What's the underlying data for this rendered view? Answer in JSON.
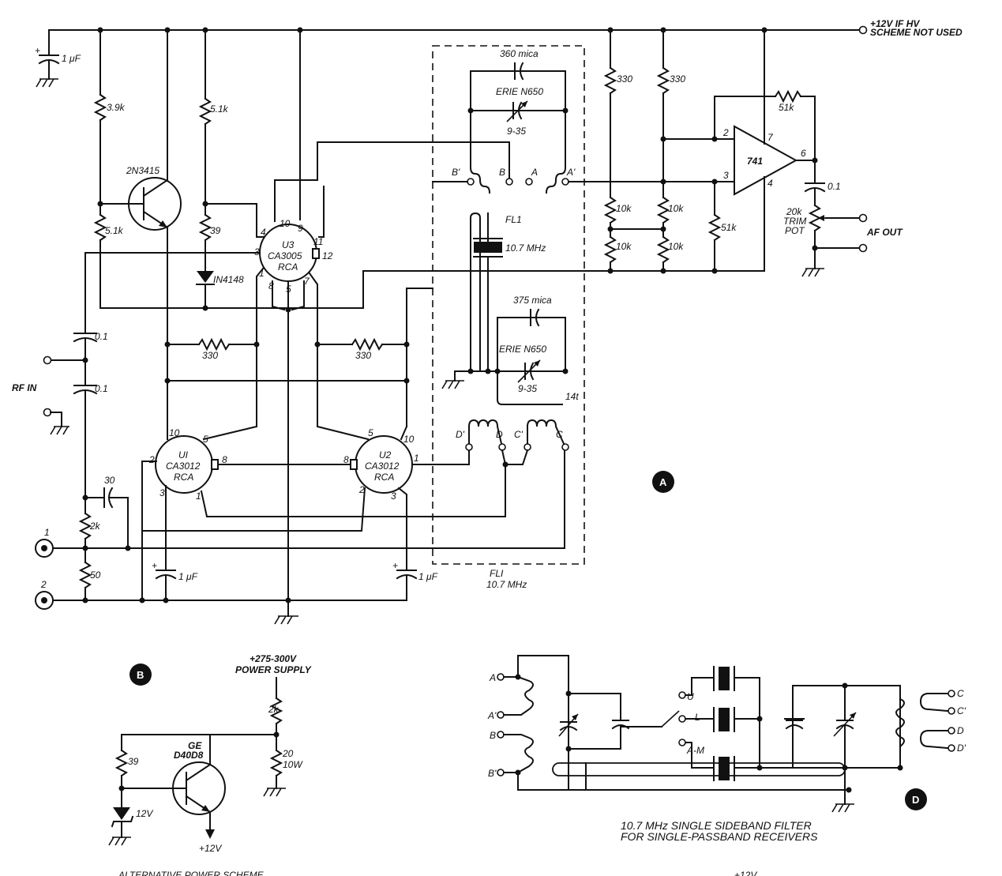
{
  "labels": {
    "supply_top": "+12V IF HV",
    "supply_top2": "SCHEME NOT USED",
    "c_1uf_top": "1 μF",
    "r_3k9": "3.9k",
    "r_5k1_a": "5.1k",
    "r_5k1_b": "5.1k",
    "q_2n3415": "2N3415",
    "r_39": "39",
    "d_1n4148": "IN4148",
    "u3_name": "U3",
    "u3_part": "CA3005",
    "u3_mfr": "RCA",
    "u3_pin4": "4",
    "u3_pin3": "3",
    "u3_pin10": "10",
    "u3_pin9": "9",
    "u3_pin11": "11",
    "u3_pin12": "12",
    "u3_pin1": "1",
    "u3_pin8": "8",
    "u3_pin5": "5",
    "u3_pin7": "7",
    "c_01_a": "0.1",
    "c_01_b": "0.1",
    "rf_in": "RF IN",
    "r_330_left": "330",
    "r_330_right": "330",
    "u1_name": "UI",
    "u1_part": "CA3012",
    "u1_mfr": "RCA",
    "u1_pin10": "10",
    "u1_pin5": "5",
    "u1_pin2": "2",
    "u1_pin8": "8",
    "u1_pin3": "3",
    "u1_pin1": "1",
    "u2_name": "U2",
    "u2_part": "CA3012",
    "u2_mfr": "RCA",
    "u2_pin5": "5",
    "u2_pin10": "10",
    "u2_pin8": "8",
    "u2_pin1": "1",
    "u2_pin2": "2",
    "u2_pin3": "3",
    "c_30": "30",
    "r_2k": "2k",
    "r_50": "50",
    "jack1": "1",
    "jack2": "2",
    "c_1uf_u1": "1 μF",
    "c_1uf_u2": "1 μF",
    "c_360": "360 mica",
    "erie_top": "ERIE N650",
    "trim_top": "9-35",
    "tap_b_prime": "B'",
    "tap_b": "B",
    "tap_a": "A",
    "tap_a_prime": "A'",
    "fl1_inner": "FL1",
    "xtal": "10.7 MHz",
    "c_375": "375 mica",
    "erie_bot": "ERIE N650",
    "trim_bot": "9-35",
    "turns": "14t",
    "tap_d_prime": "D'",
    "tap_d": "D",
    "tap_c_prime": "C'",
    "tap_c": "C",
    "fl1_outer": "FLI",
    "fl1_freq": "10.7 MHz",
    "r_330_top_a": "330",
    "r_330_top_b": "330",
    "r_10k_a": "10k",
    "r_10k_b": "10k",
    "r_10k_c": "10k",
    "r_10k_d": "10k",
    "r_51k_fb": "51k",
    "r_51k_in": "51k",
    "opamp": "741",
    "op_pin2": "2",
    "op_pin3": "3",
    "op_pin7": "7",
    "op_pin6": "6",
    "op_pin4": "4",
    "c_01_out": "0.1",
    "pot_val": "20k",
    "pot_trim": "TRIM",
    "pot_pot": "POT",
    "af_out": "AF OUT",
    "badge_a": "A",
    "badge_b": "B",
    "badge_d": "D",
    "hv_supply": "+275-300V",
    "hv_supply2": "POWER SUPPLY",
    "b_r_2k": "2k",
    "b_r_20": "20",
    "b_r_20w": "10W",
    "b_r_39": "39",
    "b_q_make": "GE",
    "b_q_part": "D40D8",
    "b_zener": "12V",
    "b_out": "+12V",
    "b_caption": "ALTERNATIVE POWER SCHEME",
    "d_a": "A",
    "d_a_prime": "A'",
    "d_b": "B",
    "d_b_prime": "B'",
    "d_u": "U",
    "d_l": "L",
    "d_am": "A-M",
    "d_c": "C",
    "d_c_prime": "C'",
    "d_d": "D",
    "d_d_prime": "D'",
    "d_caption1": "10.7 MHz SINGLE SIDEBAND FILTER",
    "d_caption2": "FOR SINGLE-PASSBAND RECEIVERS",
    "bottom_plus12": "+12V"
  }
}
